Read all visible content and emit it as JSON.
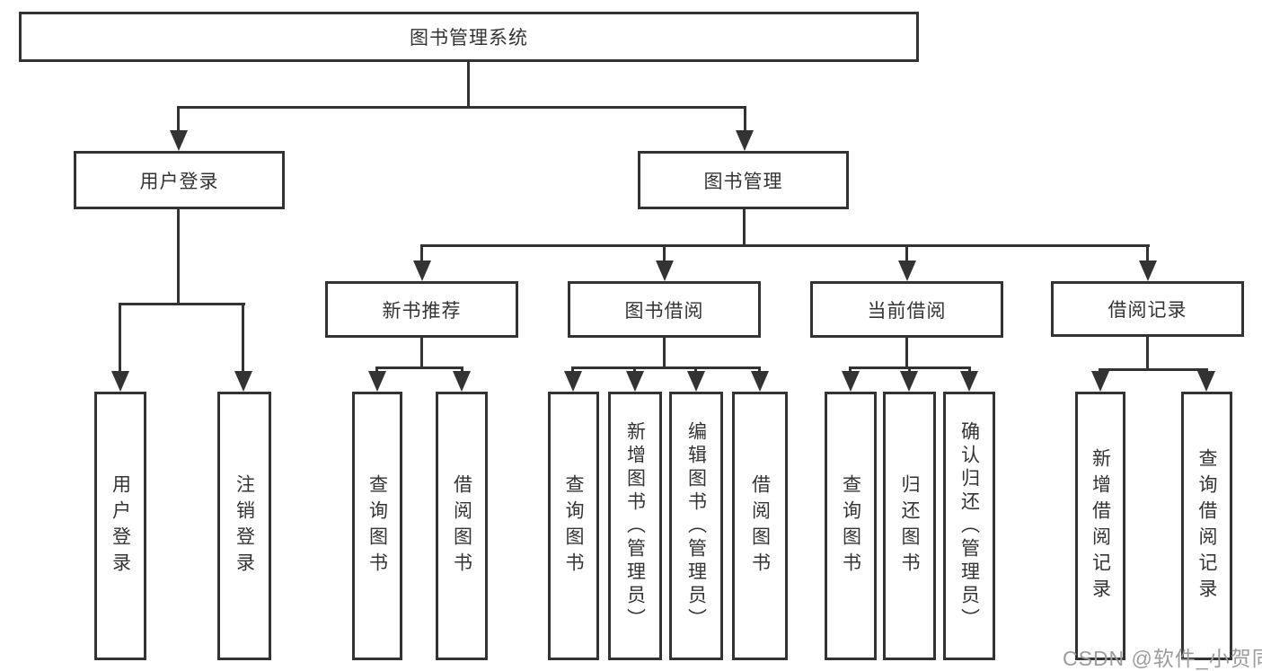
{
  "diagram": {
    "root": {
      "label": "图书管理系统"
    },
    "login": {
      "label": "用户登录"
    },
    "mgmt": {
      "label": "图书管理"
    },
    "login_children": [
      {
        "label": "用户登录"
      },
      {
        "label": "注销登录"
      }
    ],
    "rec": {
      "label": "新书推荐"
    },
    "borrow": {
      "label": "图书借阅"
    },
    "current": {
      "label": "当前借阅"
    },
    "record": {
      "label": "借阅记录"
    },
    "rec_children": [
      {
        "label": "查询图书"
      },
      {
        "label": "借阅图书"
      }
    ],
    "borrow_children": [
      {
        "label": "查询图书"
      },
      {
        "label": "新增图书（管理员）"
      },
      {
        "label": "编辑图书（管理员）"
      },
      {
        "label": "借阅图书"
      }
    ],
    "current_children": [
      {
        "label": "查询图书"
      },
      {
        "label": "归还图书"
      },
      {
        "label": "确认归还（管理员）"
      }
    ],
    "record_children": [
      {
        "label": "新增借阅记录"
      },
      {
        "label": "查询借阅记录"
      }
    ]
  },
  "watermark": {
    "text": "CSDN @软件_小贺同学",
    "color": "#9c9c9c"
  },
  "colors": {
    "line": "#333333",
    "text": "#333333",
    "background": "#ffffff"
  }
}
